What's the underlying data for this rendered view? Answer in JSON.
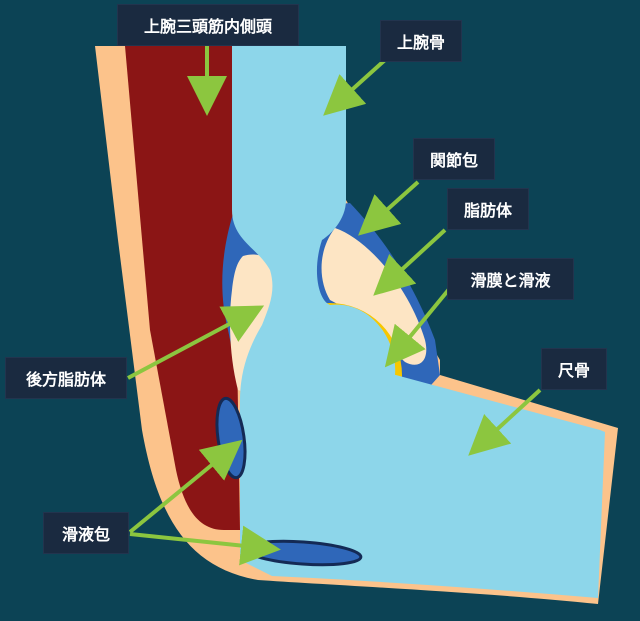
{
  "labels": {
    "triceps": "上腕三頭筋内側頭",
    "humerus": "上腕骨",
    "joint_capsule": "関節包",
    "fat_pad": "脂肪体",
    "synovium": "滑膜と滑液",
    "ulna": "尺骨",
    "posterior_fat_pad": "後方脂肪体",
    "bursa": "滑液包"
  },
  "colors": {
    "background": "#0c4355",
    "bone": "#8dd6ea",
    "muscle": "#8b1515",
    "skin": "#fcc38b",
    "fat": "#fde5c4",
    "synovium": "#f7c700",
    "capsule": "#2f67b9",
    "arrow": "#8cc63f",
    "label_bg": "#1a2a40"
  }
}
